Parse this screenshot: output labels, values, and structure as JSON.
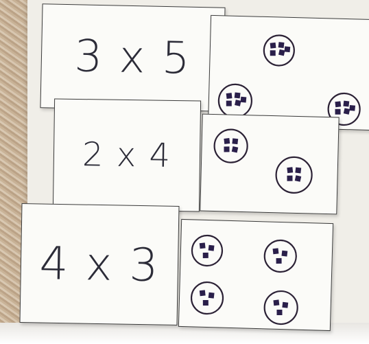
{
  "cards": [
    {
      "equation": "3 x 5",
      "groups": 3,
      "per_group": 5
    },
    {
      "equation": "2 x 4",
      "groups": 2,
      "per_group": 4
    },
    {
      "equation": "4 x 3",
      "groups": 4,
      "per_group": 3
    }
  ],
  "colors": {
    "ink": "#2c2236",
    "square": "#2a1f4a",
    "card": "#fbfbf8"
  }
}
